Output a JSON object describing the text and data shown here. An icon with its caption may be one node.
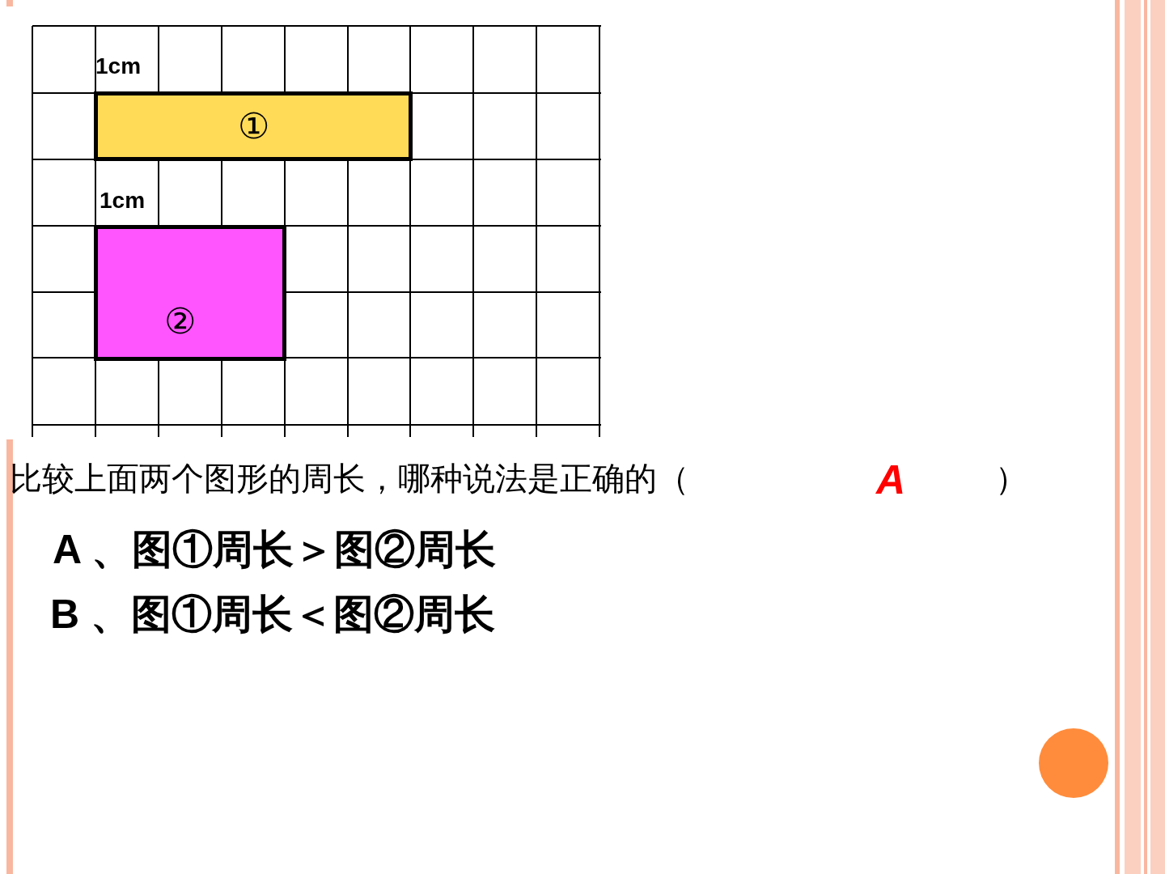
{
  "diagram": {
    "nodes": [
      {
        "text": [
          "①"
        ]
      },
      {
        "text": [
          "②"
        ]
      }
    ],
    "edges": [],
    "labels": [
      "1cm",
      "1cm",
      "比较上面两个图形的周长，哪种说法是正确的（",
      "A",
      "）",
      "A 、图①周长＞图②周长",
      "B 、图①周长＜图②周长"
    ]
  }
}
